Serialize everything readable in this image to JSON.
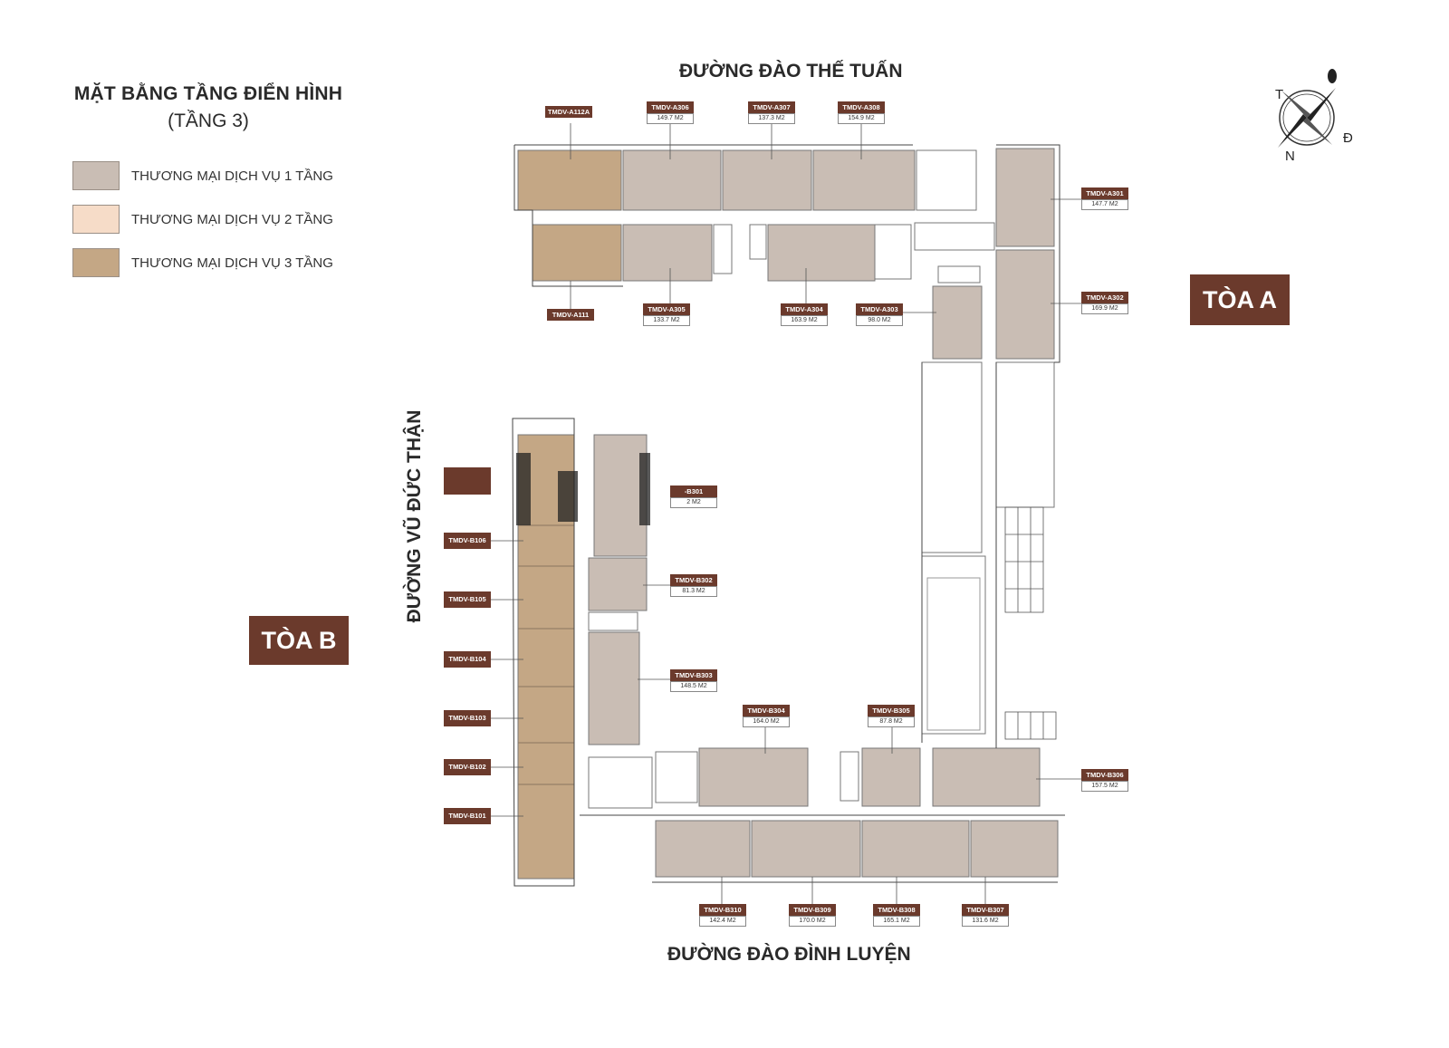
{
  "title": "MẶT BẰNG TẦNG ĐIỂN HÌNH",
  "subtitle": "(TẦNG 3)",
  "legend": [
    {
      "label": "THƯƠNG MẠI DỊCH VỤ 1 TẦNG",
      "color": "#c9bdb4"
    },
    {
      "label": "THƯƠNG MẠI DỊCH VỤ 2 TẦNG",
      "color": "#f6dcc8"
    },
    {
      "label": "THƯƠNG MẠI DỊCH VỤ 3 TẦNG",
      "color": "#c4a785"
    }
  ],
  "roads": {
    "north": "ĐƯỜNG ĐÀO THẾ TUẤN",
    "south": "ĐƯỜNG ĐÀO ĐÌNH LUYỆN",
    "west": "ĐƯỜNG VŨ ĐỨC THẬN"
  },
  "towers": {
    "a": "TÒA A",
    "b": "TÒA B"
  },
  "compass": {
    "t": "T",
    "d": "Đ",
    "n": "N"
  },
  "colors": {
    "accent": "#6b3a2c",
    "one_floor": "#c9bdb4",
    "three_floor": "#c4a785"
  },
  "units": {
    "A112A": {
      "code": "TMDV-A112A"
    },
    "A306": {
      "code": "TMDV-A306",
      "area": "149.7 M2"
    },
    "A307": {
      "code": "TMDV-A307",
      "area": "137.3 M2"
    },
    "A308": {
      "code": "TMDV-A308",
      "area": "154.9 M2"
    },
    "A301": {
      "code": "TMDV-A301",
      "area": "147.7 M2"
    },
    "A302": {
      "code": "TMDV-A302",
      "area": "169.9 M2"
    },
    "A111": {
      "code": "TMDV-A111"
    },
    "A305": {
      "code": "TMDV-A305",
      "area": "133.7 M2"
    },
    "A304": {
      "code": "TMDV-A304",
      "area": "163.9 M2"
    },
    "A303": {
      "code": "TMDV-A303",
      "area": "98.0 M2"
    },
    "B301": {
      "code": "-B301",
      "area": "2 M2"
    },
    "B302": {
      "code": "TMDV-B302",
      "area": "81.3 M2"
    },
    "B303": {
      "code": "TMDV-B303",
      "area": "148.5 M2"
    },
    "B304": {
      "code": "TMDV-B304",
      "area": "164.0 M2"
    },
    "B305": {
      "code": "TMDV-B305",
      "area": "87.8 M2"
    },
    "B306": {
      "code": "TMDV-B306",
      "area": "157.5 M2"
    },
    "B307": {
      "code": "TMDV-B307",
      "area": "131.6 M2"
    },
    "B308": {
      "code": "TMDV-B308",
      "area": "165.1 M2"
    },
    "B309": {
      "code": "TMDV-B309",
      "area": "170.0 M2"
    },
    "B310": {
      "code": "TMDV-B310",
      "area": "142.4 M2"
    },
    "B106": {
      "code": "TMDV-B106"
    },
    "B105": {
      "code": "TMDV-B105"
    },
    "B104": {
      "code": "TMDV-B104"
    },
    "B103": {
      "code": "TMDV-B103"
    },
    "B102": {
      "code": "TMDV-B102"
    },
    "B101": {
      "code": "TMDV-B101"
    }
  }
}
